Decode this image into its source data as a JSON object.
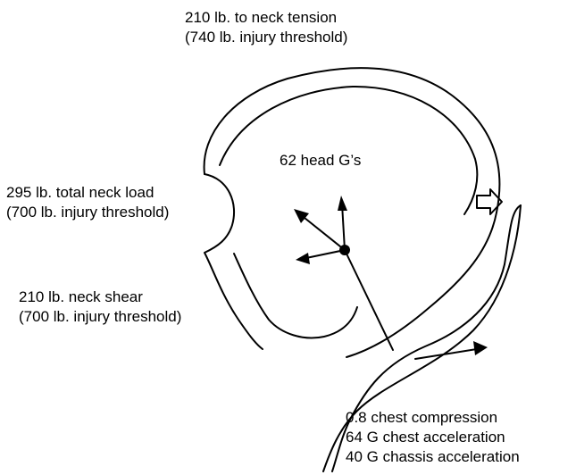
{
  "labels": {
    "neck_tension": {
      "line1": "210 lb. to neck tension",
      "line2": "(740 lb. injury threshold)"
    },
    "total_neck_load": {
      "line1": "295 lb. total neck load",
      "line2": "(700 lb. injury threshold)"
    },
    "neck_shear": {
      "line1": "210 lb. neck shear",
      "line2": "(700 lb. injury threshold)"
    },
    "head_gs": "62 head G’s",
    "chest": {
      "line1": "0.8 chest compression",
      "line2": "64 G chest acceleration",
      "line3": "40 G chassis acceleration"
    }
  },
  "colors": {
    "ink": "#000000",
    "background": "#ffffff"
  }
}
